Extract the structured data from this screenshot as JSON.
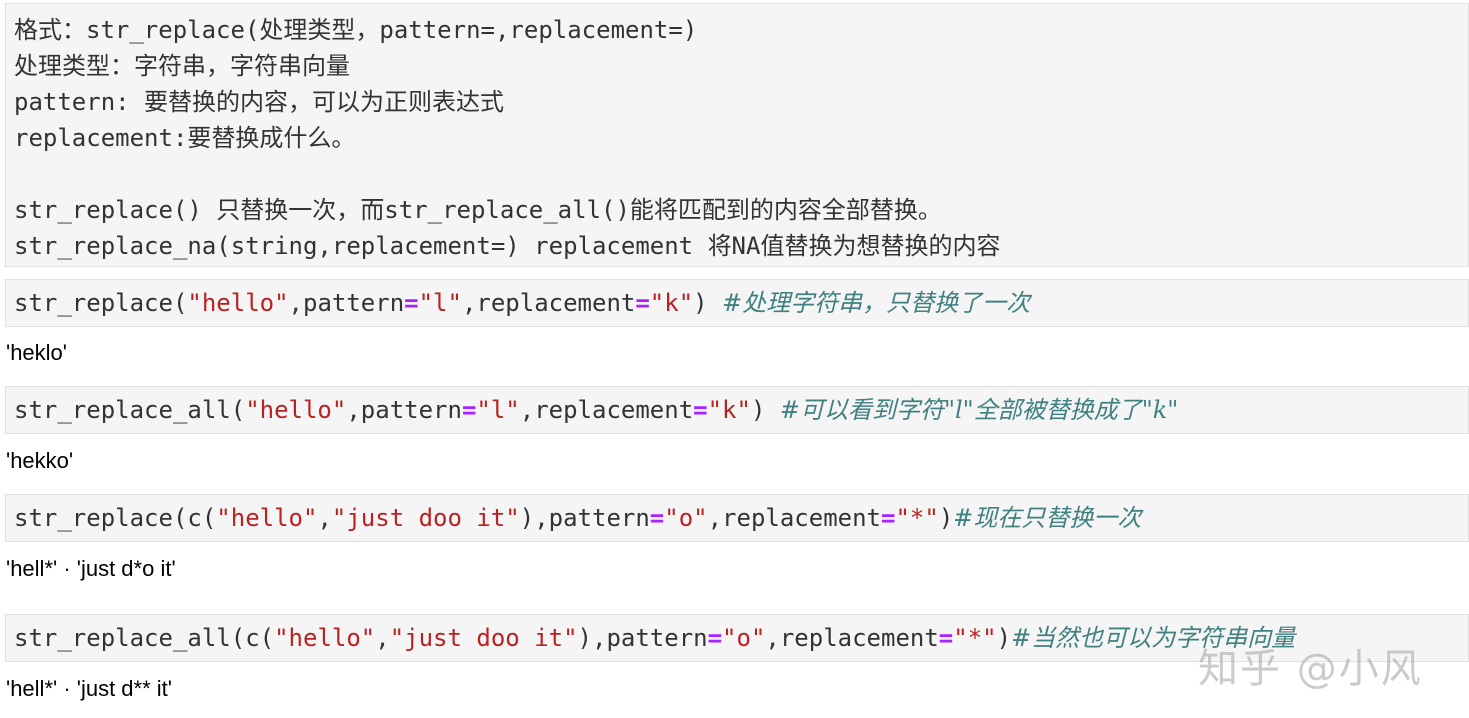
{
  "markdown_cell": {
    "lines": [
      "格式：str_replace(处理类型，pattern=,replacement=)",
      "处理类型：字符串，字符串向量",
      "pattern: 要替换的内容，可以为正则表达式",
      "replacement:要替换成什么。",
      "",
      "str_replace() 只替换一次，而str_replace_all()能将匹配到的内容全部替换。",
      "str_replace_na(string,replacement=) replacement 将NA值替换为想替换的内容"
    ]
  },
  "cells": [
    {
      "code": {
        "fn": "str_replace(",
        "s1": "\"hello\"",
        "p1": ",pattern",
        "eq1": "=",
        "s2": "\"l\"",
        "p2": ",replacement",
        "eq2": "=",
        "s3": "\"k\"",
        "close": ") ",
        "comment": "#处理字符串，只替换了一次"
      },
      "output": "'heklo'"
    },
    {
      "code": {
        "fn": "str_replace_all(",
        "s1": "\"hello\"",
        "p1": ",pattern",
        "eq1": "=",
        "s2": "\"l\"",
        "p2": ",replacement",
        "eq2": "=",
        "s3": "\"k\"",
        "close": ") ",
        "comment": "#可以看到字符\"l\"全部被替换成了\"k\""
      },
      "output": "'hekko'"
    },
    {
      "code": {
        "fn": "str_replace(c(",
        "s1": "\"hello\"",
        "comma": ",",
        "s1b": "\"just doo it\"",
        "p1": "),pattern",
        "eq1": "=",
        "s2": "\"o\"",
        "p2": ",replacement",
        "eq2": "=",
        "s3": "\"*\"",
        "close": ")",
        "comment": "#现在只替换一次"
      },
      "output": "'hell*' · 'just d*o it'"
    },
    {
      "code": {
        "fn": "str_replace_all(c(",
        "s1": "\"hello\"",
        "comma": ",",
        "s1b": "\"just doo it\"",
        "p1": "),pattern",
        "eq1": "=",
        "s2": "\"o\"",
        "p2": ",replacement",
        "eq2": "=",
        "s3": "\"*\"",
        "close": ")",
        "comment": "#当然也可以为字符串向量"
      },
      "output": "'hell*' · 'just d** it'"
    }
  ],
  "watermark": "知乎 @小风",
  "colors": {
    "cell_bg": "#f5f5f5",
    "string": "#ba2121",
    "operator": "#aa22ff",
    "comment": "#408080",
    "text": "#333333"
  }
}
